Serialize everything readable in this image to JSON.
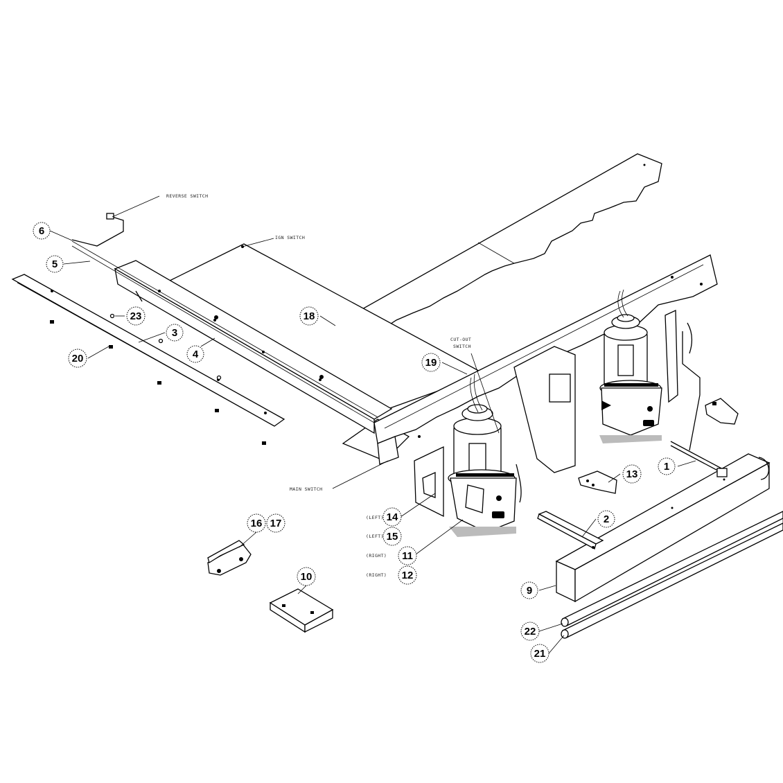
{
  "callouts": {
    "c1": "1",
    "c2": "2",
    "c3": "3",
    "c4": "4",
    "c5": "5",
    "c6": "6",
    "c9": "9",
    "c10": "10",
    "c11": "11",
    "c12": "12",
    "c13": "13",
    "c14": "14",
    "c15": "15",
    "c16": "16",
    "c17": "17",
    "c18": "18",
    "c19": "19",
    "c20": "20",
    "c21": "21",
    "c22": "22",
    "c23": "23"
  },
  "labels": {
    "top_wire": "REVERSE SWITCH",
    "ign_switch": "IGN SWITCH",
    "cutout_switch_1": "CUT-OUT",
    "cutout_switch_2": "SWITCH",
    "main_switch": "MAIN SWITCH",
    "left_motor_1": "(LEFT)",
    "left_motor_2": "(LEFT)",
    "right_motor_1": "(RIGHT)",
    "right_motor_2": "(RIGHT)"
  }
}
